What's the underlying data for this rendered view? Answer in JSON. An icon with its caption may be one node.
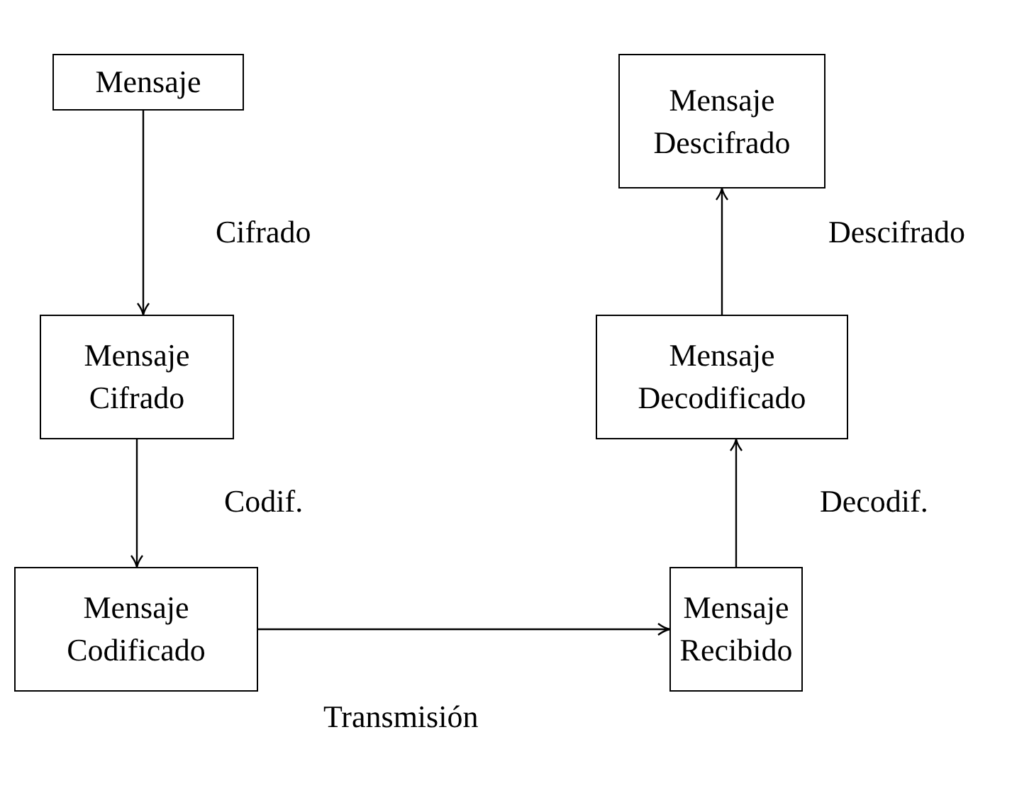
{
  "diagram": {
    "nodes": [
      {
        "text": [
          "Mensaje"
        ]
      },
      {
        "text": [
          "Mensaje Descifrado"
        ]
      },
      {
        "text": [
          "Mensaje Cifrado"
        ]
      },
      {
        "text": [
          "Mensaje Decodificado"
        ]
      },
      {
        "text": [
          "Mensaje Codificado"
        ]
      },
      {
        "text": [
          "Mensaje Recibido"
        ]
      }
    ],
    "edges": [
      {
        "from": 0,
        "to": 2,
        "arrow": "to",
        "label": "Cifrado"
      },
      {
        "from": 2,
        "to": 4,
        "arrow": "to",
        "label": "Codif."
      },
      {
        "from": 4,
        "to": 5,
        "arrow": "to",
        "label": "Transmisión"
      },
      {
        "from": 5,
        "to": 3,
        "arrow": "to",
        "label": "Decodif."
      },
      {
        "from": 3,
        "to": 1,
        "arrow": "to",
        "label": "Descifrado"
      }
    ]
  }
}
